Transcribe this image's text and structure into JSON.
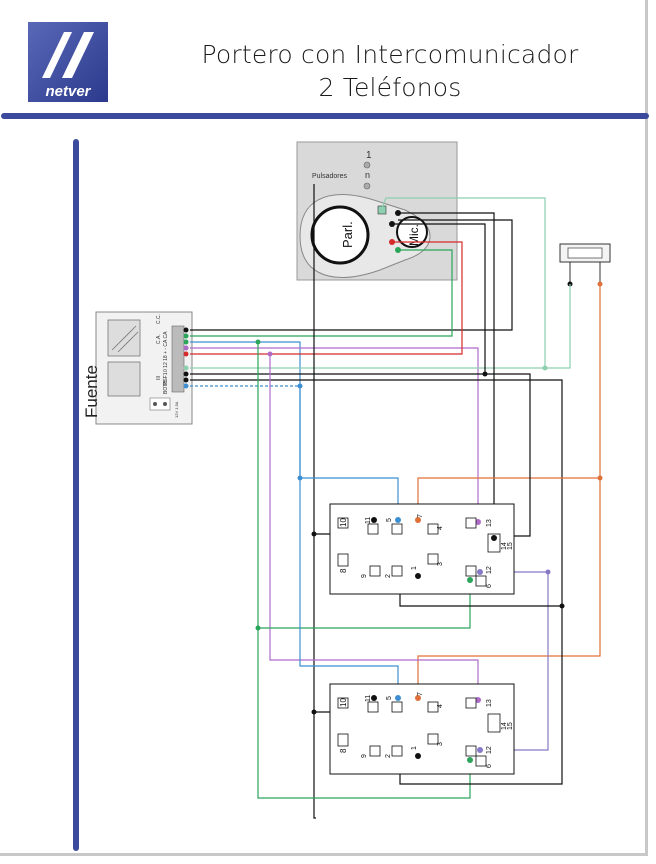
{
  "header": {
    "logo_text": "netver",
    "title_line1": "Portero con Intercomunicador",
    "title_line2": "2 Teléfonos"
  },
  "diagram": {
    "power_supply_label": "Fuente",
    "doorpanel_buttons_label": "Pulsadores",
    "speaker_label": "Parl.",
    "mic_label": "Mic.",
    "button_marks": [
      "1",
      "n"
    ],
    "psu_terminal_text": [
      "C.A.",
      "C.C.",
      "0 12 18 + - CA CA",
      "III",
      "PSF1",
      "BOTB",
      "12V 1.5A"
    ],
    "phone_terminals_left": [
      "10",
      "11",
      "8",
      "9"
    ],
    "phone_terminals_center": [
      "5",
      "7",
      "2",
      "3",
      "4",
      "1"
    ],
    "phone_terminals_right": [
      "13",
      "14",
      "15",
      "12",
      "6"
    ]
  },
  "colors": {
    "brand_blue": "#3b4a9c",
    "wire_black": "#111111",
    "wire_blue": "#3d8fd1",
    "wire_green": "#2aa55a",
    "wire_purple": "#b06bc9",
    "wire_red": "#d42b2b",
    "wire_orange": "#e0703a",
    "wire_pale_green": "#8ecfb0",
    "wire_lavender": "#8878c8"
  }
}
